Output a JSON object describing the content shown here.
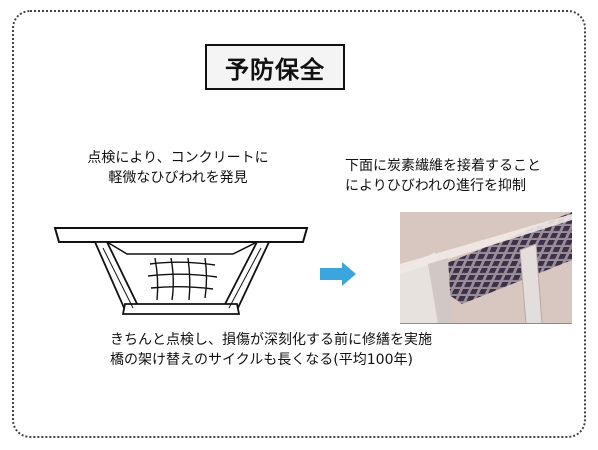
{
  "title": "予防保全",
  "left_caption": [
    "点検により、コンクリートに",
    "軽微なひびわれを発見"
  ],
  "right_caption": [
    "下面に炭素繊維を接着すること",
    "によりひびわれの進行を抑制"
  ],
  "bottom_note": [
    "きちんと点検し、損傷が深刻化する前に修繕を実施",
    "橋の架け替えのサイクルも長くなる(平均100年)"
  ],
  "icons": {
    "arrow": "arrow-right-icon"
  },
  "colors": {
    "arrow": "#3aa6dd",
    "frame": "#444444",
    "photo_bg": "#d8c6c0",
    "carbon_sheet": "#3b3149"
  }
}
